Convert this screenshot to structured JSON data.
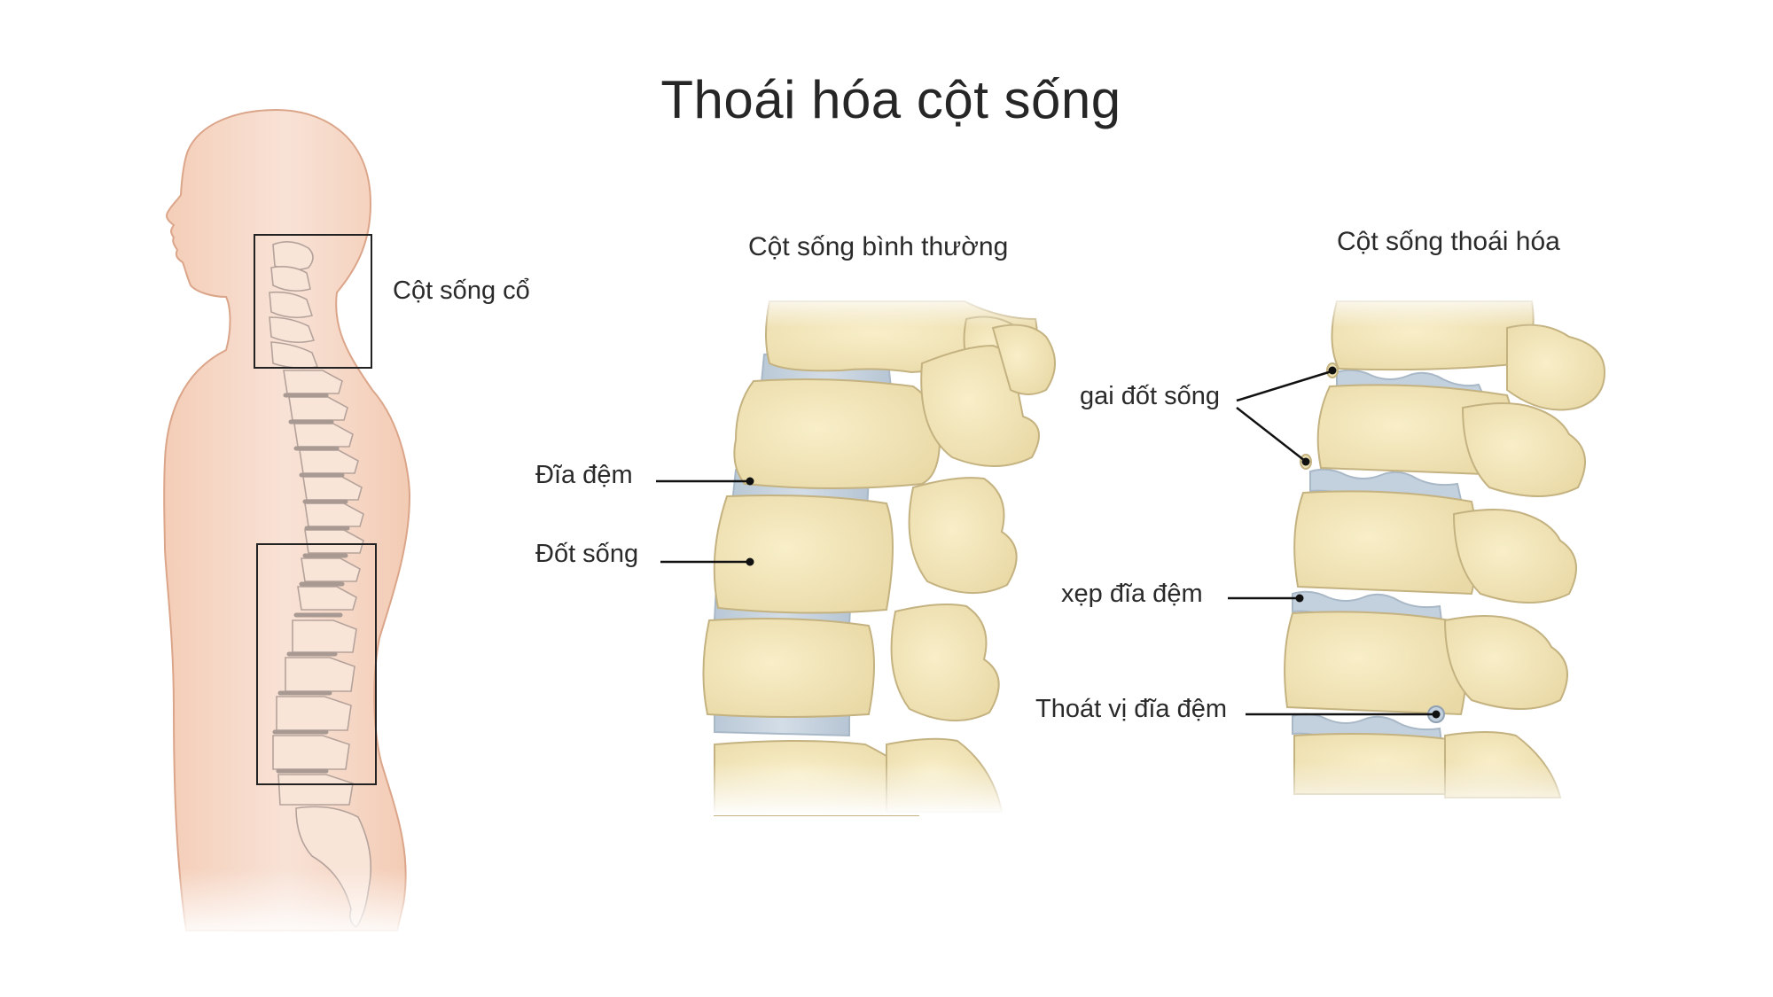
{
  "title": "Thoái hóa cột sống",
  "body_figure": {
    "region_labels": [
      {
        "id": "cervical",
        "label": "Cột sống cổ"
      }
    ],
    "highlight_boxes": [
      "cervical-spine-box",
      "lumbar-spine-box"
    ]
  },
  "panels": {
    "normal": {
      "heading": "Cột sống bình thường",
      "callouts": [
        {
          "label": "Đĩa đệm"
        },
        {
          "label": "Đốt sống"
        }
      ]
    },
    "degenerated": {
      "heading": "Cột sống thoái hóa",
      "callouts": [
        {
          "label": "gai đốt sống"
        },
        {
          "label": "xẹp đĩa đệm"
        },
        {
          "label": "Thoát vị đĩa đệm"
        }
      ]
    }
  },
  "colors": {
    "skin": "#f6d6c4",
    "skin_outline": "#dba58a",
    "bone": "#efe2b4",
    "bone_outline": "#c4b281",
    "disc": "#c3d0dd",
    "box": "#222222",
    "leader": "#111111"
  }
}
